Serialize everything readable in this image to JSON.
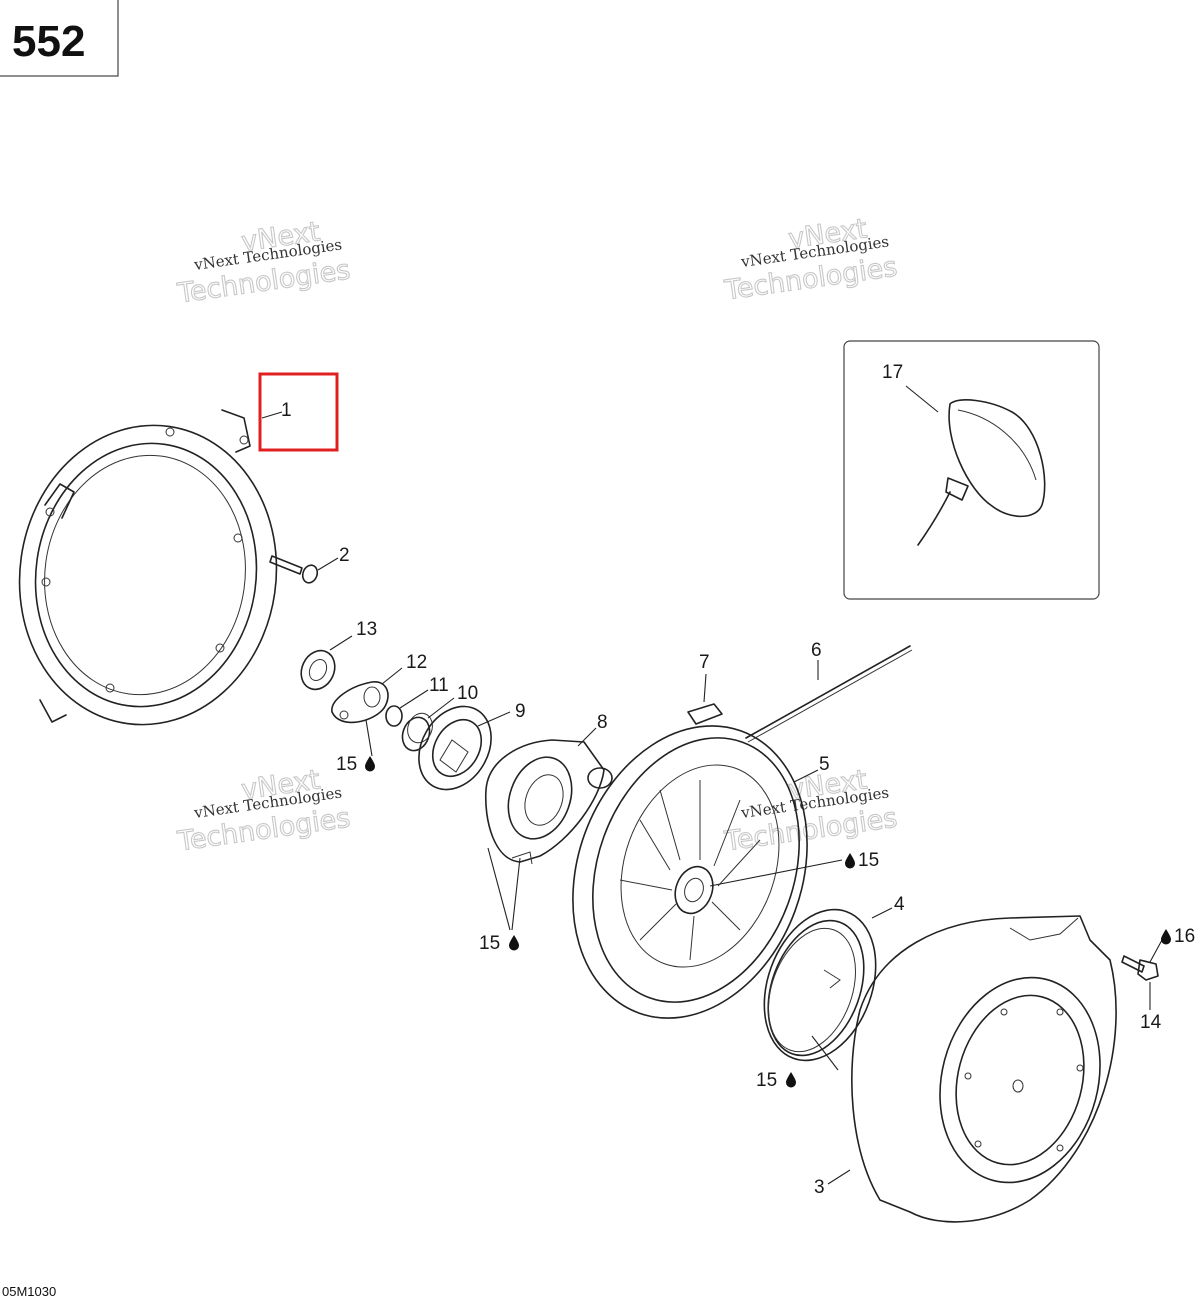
{
  "page_number": "552",
  "figure_code": "05M1030",
  "watermark": {
    "line1": "vNext Technologies",
    "line2": "vNext",
    "line3": "Technologies"
  },
  "highlight_color": "#e02020",
  "callouts": {
    "p1": "1",
    "p2": "2",
    "p3": "3",
    "p4": "4",
    "p5": "5",
    "p6": "6",
    "p7": "7",
    "p8": "8",
    "p9": "9",
    "p10": "10",
    "p11": "11",
    "p12": "12",
    "p13": "13",
    "p14": "14",
    "p15": "15",
    "p16": "16",
    "p17": "17"
  }
}
